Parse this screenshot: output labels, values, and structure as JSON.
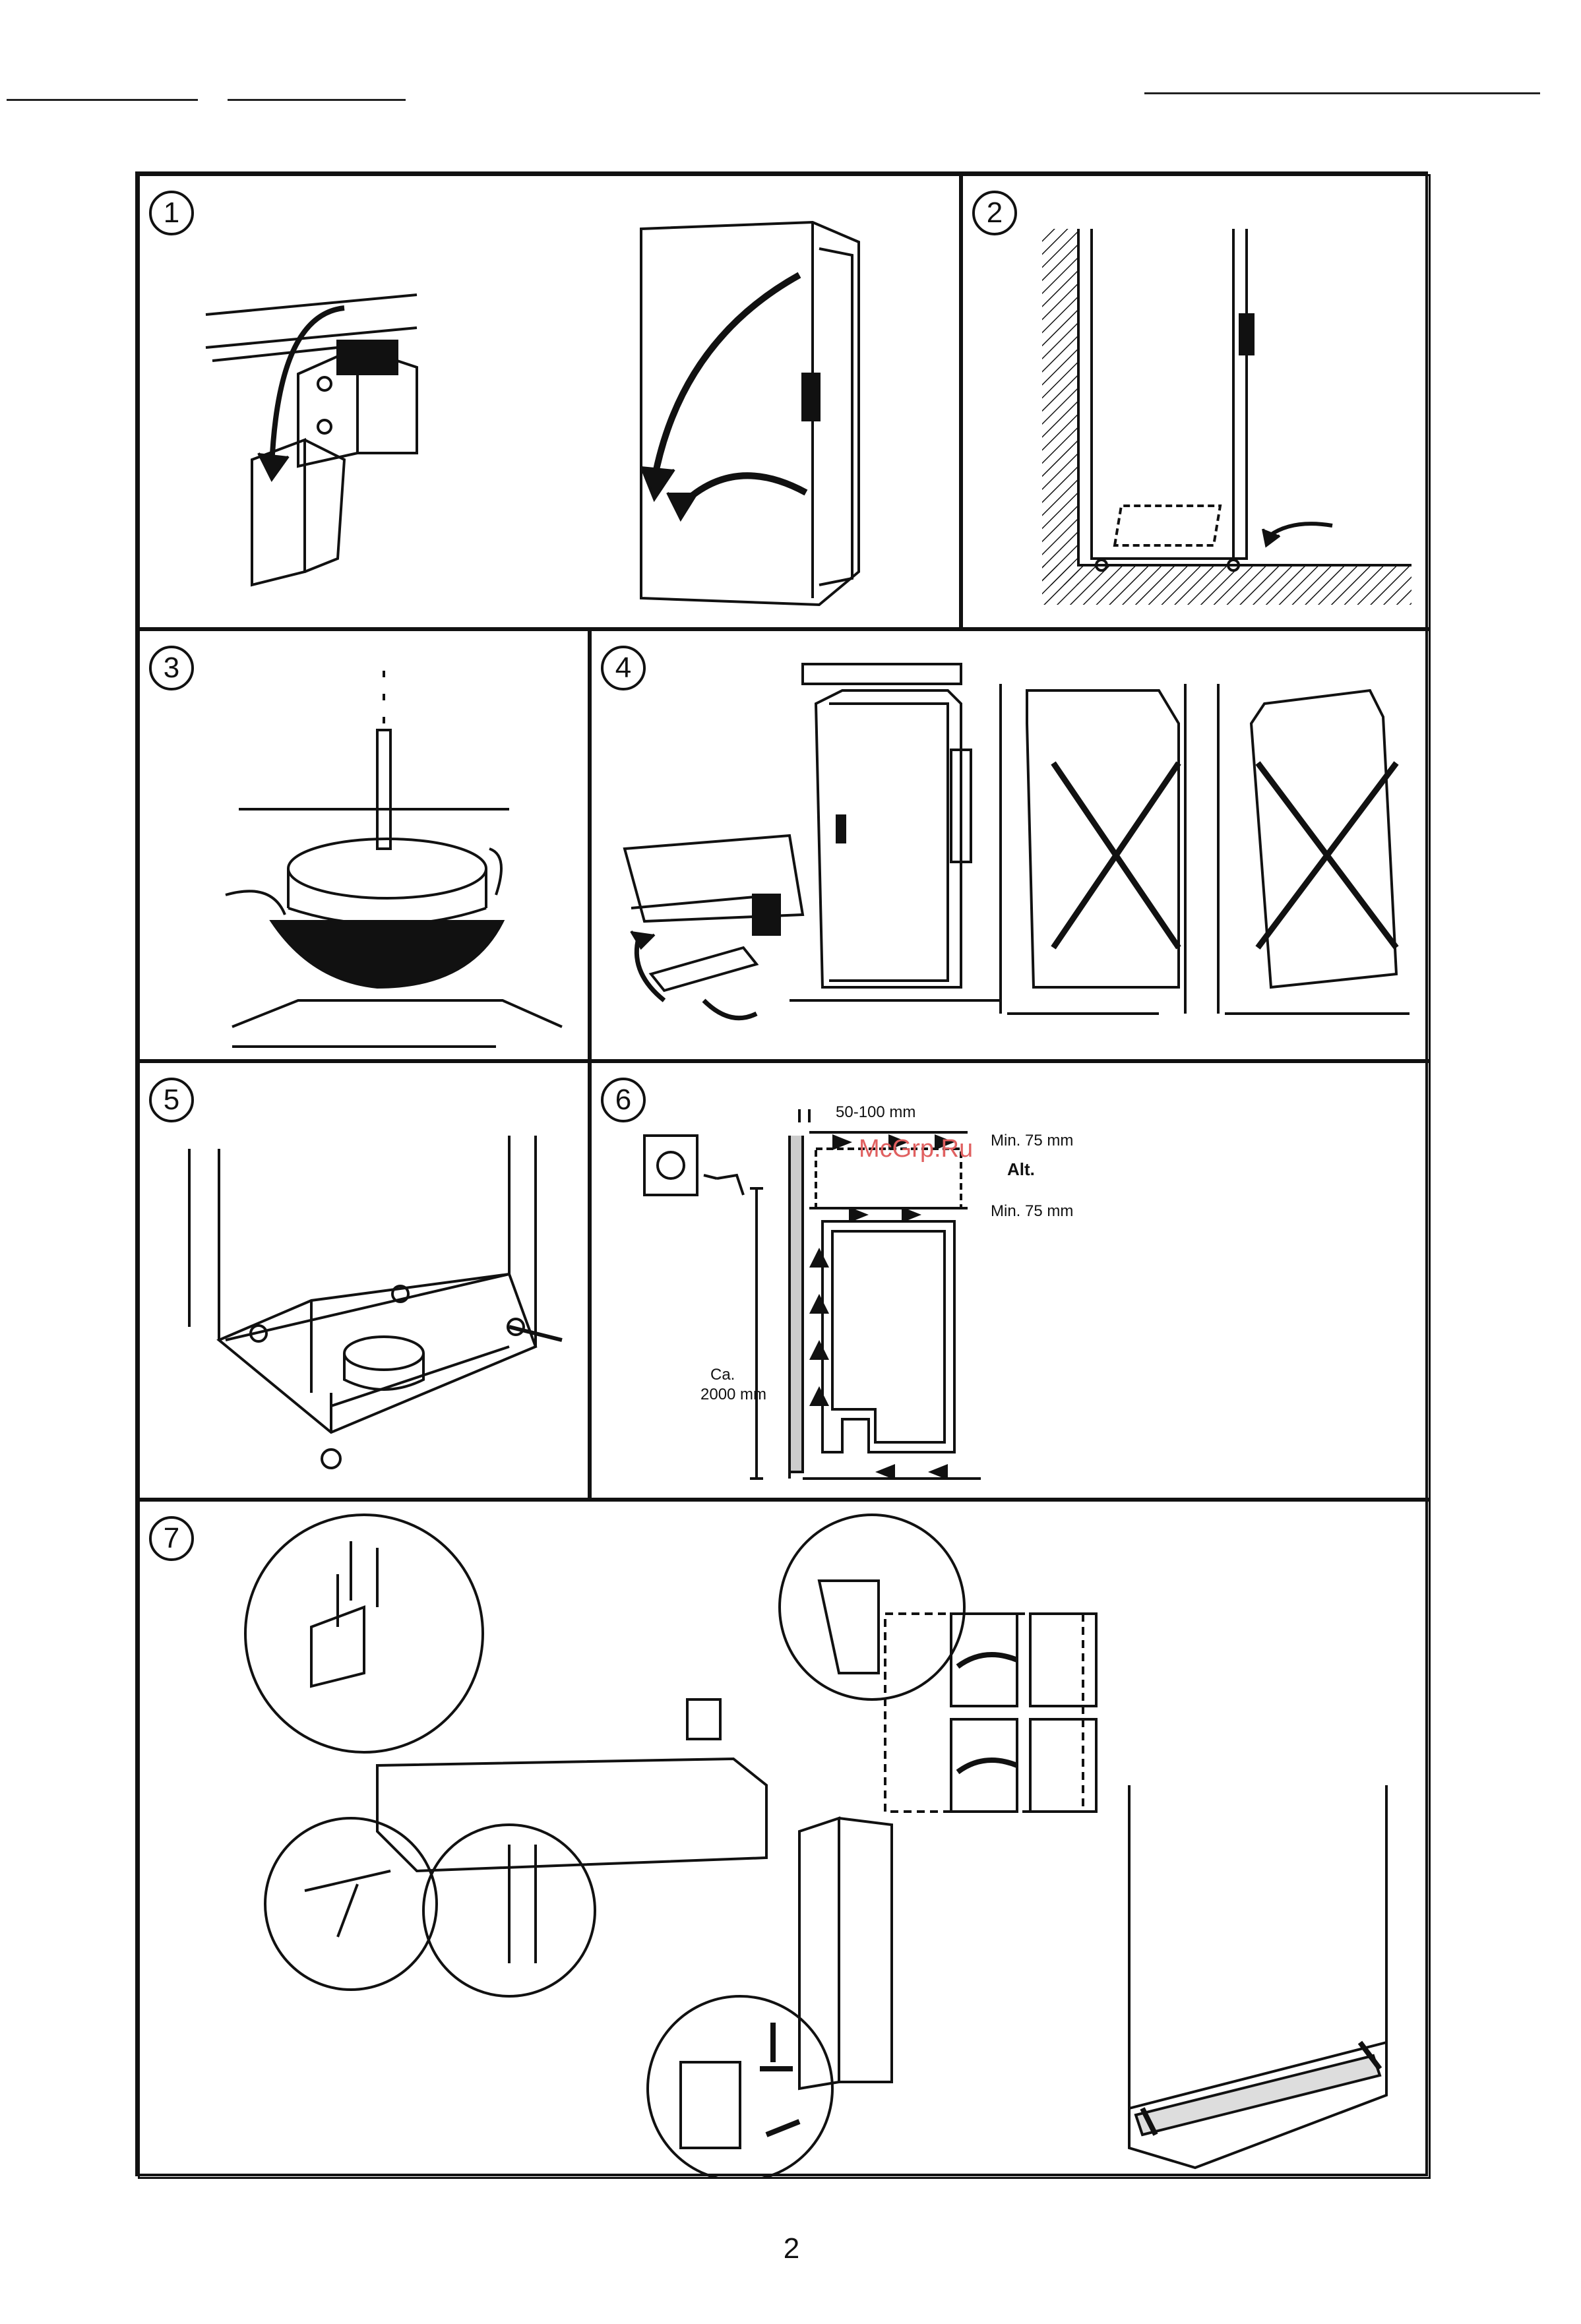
{
  "panels": [
    {
      "number": "1"
    },
    {
      "number": "2"
    },
    {
      "number": "3"
    },
    {
      "number": "4"
    },
    {
      "number": "5"
    },
    {
      "number": "6"
    },
    {
      "number": "7"
    }
  ],
  "clearance": {
    "top_gap": "50-100 mm",
    "min_top": "Min. 75 mm",
    "alt": "Alt.",
    "min_bottom": "Min. 75 mm",
    "height_ca": "Ca.",
    "height_value": "2000 mm"
  },
  "watermark": "McGrp.Ru",
  "page_number": "2"
}
